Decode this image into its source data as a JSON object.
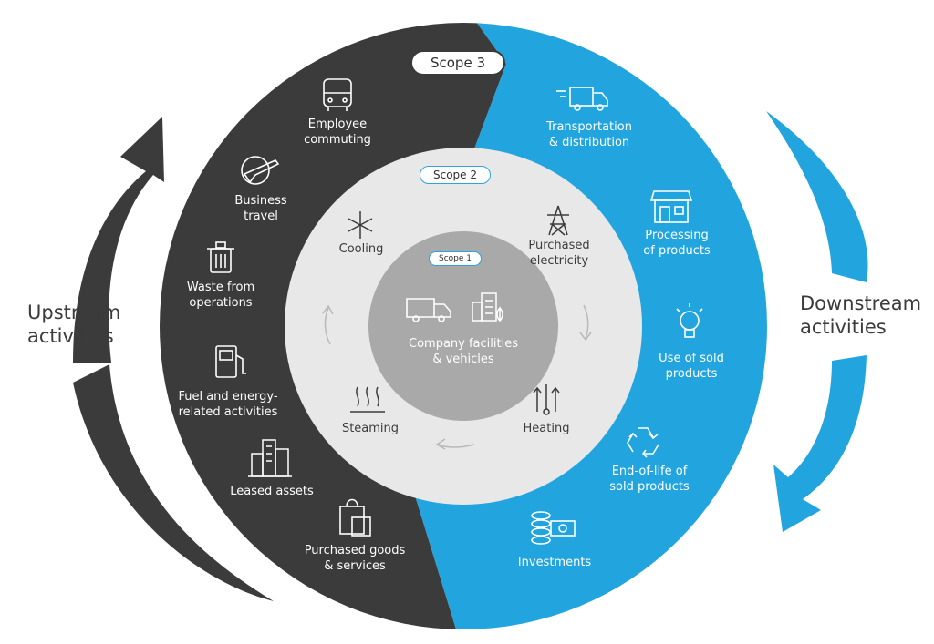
{
  "colors": {
    "upstream": "#3b3b3c",
    "downstream": "#22a5df",
    "scope2_ring": "#e8e8e8",
    "scope1_core": "#a9a9a9"
  },
  "scopes": {
    "scope3": "Scope 3",
    "scope2": "Scope 2",
    "scope1": "Scope 1"
  },
  "side_labels": {
    "upstream": "Upstream\nactivities",
    "downstream": "Downstream\nactivities"
  },
  "upstream_items": [
    {
      "label": "Employee\ncommuting",
      "icon": "bus-icon"
    },
    {
      "label": "Business\ntravel",
      "icon": "airplane-icon"
    },
    {
      "label": "Waste from\noperations",
      "icon": "trash-icon"
    },
    {
      "label": "Fuel and energy-\nrelated activities",
      "icon": "fuel-pump-icon"
    },
    {
      "label": "Leased assets",
      "icon": "buildings-icon"
    },
    {
      "label": "Purchased goods\n& services",
      "icon": "shopping-bag-icon"
    }
  ],
  "downstream_items": [
    {
      "label": "Transportation\n& distribution",
      "icon": "delivery-truck-icon"
    },
    {
      "label": "Processing\nof products",
      "icon": "storefront-icon"
    },
    {
      "label": "Use of sold\nproducts",
      "icon": "lightbulb-icon"
    },
    {
      "label": "End-of-life of\nsold products",
      "icon": "recycle-icon"
    },
    {
      "label": "Investments",
      "icon": "coins-icon"
    }
  ],
  "scope2_items": [
    {
      "label": "Cooling",
      "icon": "snowflake-icon"
    },
    {
      "label": "Purchased\nelectricity",
      "icon": "power-tower-icon"
    },
    {
      "label": "Heating",
      "icon": "heating-icon"
    },
    {
      "label": "Steaming",
      "icon": "steam-icon"
    }
  ],
  "scope1_item": {
    "label": "Company facilities\n& vehicles",
    "icons": [
      "van-icon",
      "building-icon"
    ]
  }
}
